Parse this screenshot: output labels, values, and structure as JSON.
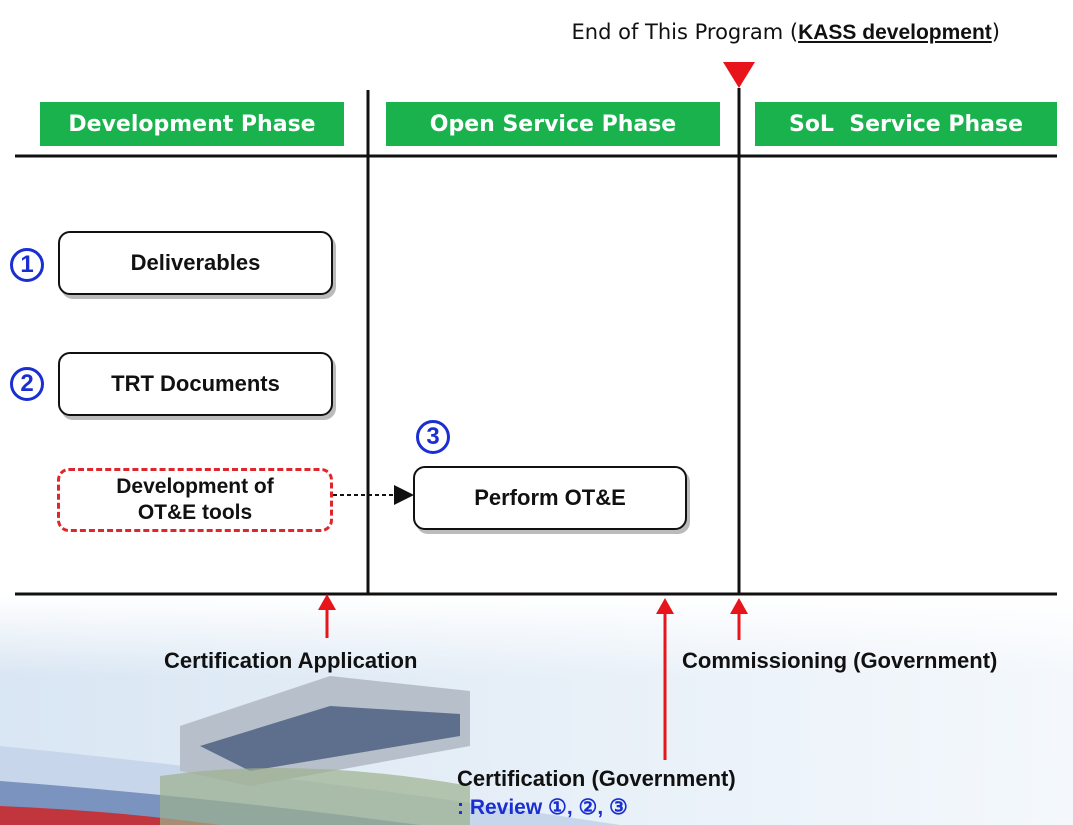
{
  "header": {
    "program_prefix": "End of This Program (",
    "program_highlight": "KASS development",
    "program_suffix": ")"
  },
  "phases": [
    {
      "label": "Development Phase"
    },
    {
      "label": "Open Service Phase"
    },
    {
      "label": "SoL  Service Phase"
    }
  ],
  "items": {
    "deliverables": {
      "number": "1",
      "label": "Deliverables"
    },
    "trt": {
      "number": "2",
      "label": "TRT Documents"
    },
    "tools": {
      "line1": "Development of",
      "line2": "OT&E tools"
    },
    "perform": {
      "number": "3",
      "label": "Perform OT&E"
    }
  },
  "milestones": {
    "cert_application": "Certification Application",
    "commissioning": "Commissioning (Government)",
    "certification": "Certification (Government)",
    "review": ": Review ①, ②, ③"
  },
  "colors": {
    "phase_green": "#19b24d",
    "arrow_red": "#e8141b",
    "number_blue": "#1a2fd1",
    "dashed_red": "#e0262d"
  }
}
